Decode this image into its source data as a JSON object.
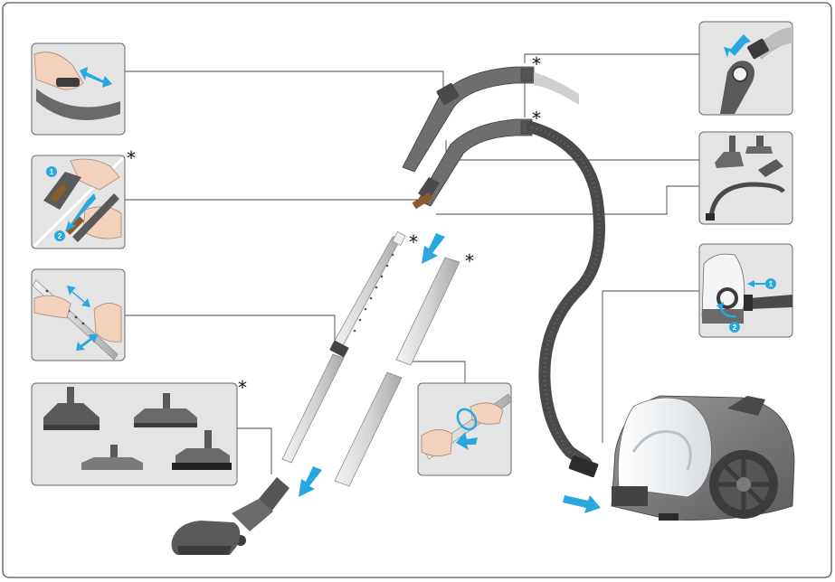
{
  "colors": {
    "panel_fill": "#e4e4e4",
    "panel_border": "#6a6a6a",
    "frame": "#555555",
    "tube_light": "#dcdcdc",
    "tube_mid": "#bdbdbd",
    "part_dark": "#5a5a5a",
    "part_darker": "#3c3c3c",
    "hose": "#4a4a4a",
    "arrow_blue": "#29a8e0",
    "skin": "#f2d2bc",
    "accent_bronze": "#8a5a2b",
    "leader": "#444444"
  },
  "asterisks": {
    "panel_slider": "*",
    "handle_top": "*",
    "handle_bottom": "*",
    "tube_telescopic": "*",
    "tube_two_part": "*",
    "floor_nozzles": "*"
  },
  "step_badges": {
    "slider_step_1": "1",
    "slider_step_2": "2",
    "hose_step_1": "1",
    "hose_step_2": "2"
  },
  "icons": [
    "arrow-icon",
    "hand-icon",
    "vacuum-cleaner-icon",
    "hose-icon",
    "floor-nozzle-icon",
    "crevice-tool-icon",
    "brush-tool-icon"
  ]
}
